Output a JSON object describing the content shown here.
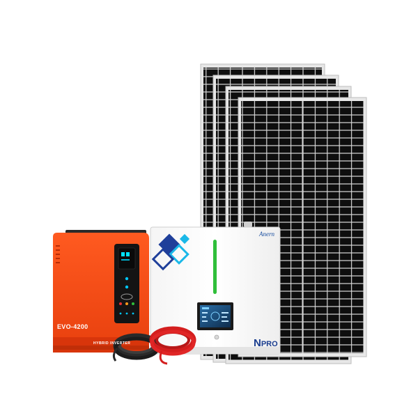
{
  "scene": {
    "description_items": [
      "solar-panels",
      "hybrid-inverter",
      "lithium-battery",
      "cables"
    ]
  },
  "inverter": {
    "model_label": "EVO-4200",
    "band_label": "HYBRID INVERTER",
    "body_color": "#f24a14"
  },
  "battery": {
    "brand_label": "Anern",
    "model_label_n": "N",
    "model_label_rest": "PRO",
    "accent_color": "#2fbf3a"
  },
  "panels": {
    "count": 4,
    "frame_color": "#e5e5e5",
    "cell_color": "#111111"
  },
  "cables": {
    "colors": [
      "#2a2a2a",
      "#d41e1e"
    ]
  }
}
